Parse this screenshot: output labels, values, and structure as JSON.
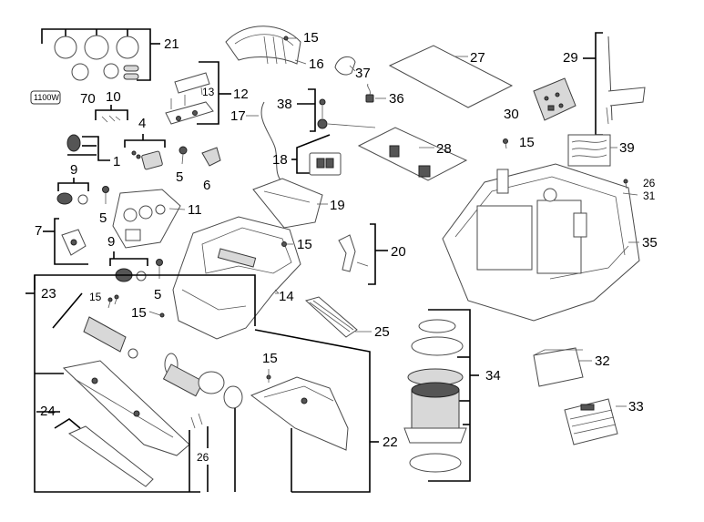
{
  "badge": {
    "text": "1100W",
    "number": "70"
  },
  "labels": {
    "p1": "1",
    "p4": "4",
    "p5a": "5",
    "p5b": "5",
    "p5c": "5",
    "p6": "6",
    "p7": "7",
    "p9a": "9",
    "p9b": "9",
    "p10": "10",
    "p11": "11",
    "p12": "12",
    "p13": "13",
    "p14": "14",
    "p15a": "15",
    "p15b": "15",
    "p15c": "15",
    "p15d": "15",
    "p15e": "15",
    "p15f": "15",
    "p16": "16",
    "p17": "17",
    "p18": "18",
    "p19": "19",
    "p20": "20",
    "p21": "21",
    "p22": "22",
    "p23": "23",
    "p24": "24",
    "p25": "25",
    "p26a": "26",
    "p26b": "26",
    "p27": "27",
    "p28": "28",
    "p29": "29",
    "p30": "30",
    "p31": "31",
    "p32": "32",
    "p33": "33",
    "p34": "34",
    "p35": "35",
    "p36": "36",
    "p37": "37",
    "p38": "38",
    "p39": "39"
  }
}
